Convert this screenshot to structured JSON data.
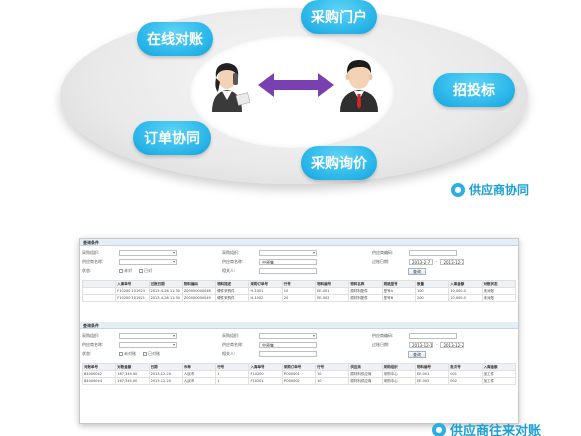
{
  "diagram": {
    "bubbles": {
      "online_reconciliation": "在线对账",
      "procurement_portal": "采购门户",
      "bidding": "招投标",
      "order_collaboration": "订单协同",
      "procurement_inquiry": "采购询价"
    },
    "caption": "供应商协同",
    "colors": {
      "bubble": "#27b4e8",
      "arrow": "#7a3fb0",
      "caption": "#1a9fd6"
    }
  },
  "screenshot": {
    "panel1": {
      "title": "查询条件",
      "fields": {
        "purchase_org": "采购组织:",
        "purchase_group": "采购组织:",
        "supplier_code": "供应商编码:",
        "supplier_name": "供应商名称:",
        "supplier_name_value": "中原集",
        "status": "状态:",
        "related": "相关人:",
        "voucher_date": "过账日期:",
        "date_from": "2013-2-7",
        "date_to": "2013-12-31"
      },
      "status_options": [
        "未对",
        "已对"
      ],
      "query_button": "查询",
      "columns": [
        "",
        "入库单号",
        "过账日期",
        "物料编码",
        "物料描述",
        "采购订单号",
        "行号",
        "物料编号",
        "物料名称",
        "规格型号",
        "数量",
        "入库金额",
        "对账状态"
      ],
      "rows": [
        [
          "",
          "F10200 101923",
          "2013-4-26 11:30",
          "Z00000000048",
          "硬件采购件",
          "H-1001",
          "10",
          "EE-001",
          "原材料配件",
          "型号A",
          "100",
          "10,000.0",
          "未对账"
        ],
        [
          "",
          "F10200 101921",
          "2013-4-26 11:30",
          "Z00000000049",
          "硬件采购件",
          "H-1002",
          "20",
          "EE-002",
          "原材料配件",
          "型号B",
          "200",
          "10,000.0",
          "未对账"
        ]
      ]
    },
    "panel2": {
      "title": "查询条件",
      "fields": {
        "purchase_org": "采购组织:",
        "purchase_group": "采购组织:",
        "supplier_code": "供应商编码:",
        "supplier_name": "供应商名称:",
        "supplier_name_value": "中原集",
        "status": "状态:",
        "related": "相关人:",
        "voucher_date": "过账日期:",
        "date_from": "2013-12-17",
        "date_to": "2013-12-24"
      },
      "status_options": [
        "未对账",
        "已对账"
      ],
      "query_button": "查询",
      "columns": [
        "对账单号",
        "对账金额",
        "日期",
        "币种",
        "行号",
        "入库单号",
        "采购订单号",
        "行号",
        "供应商",
        "采购组织",
        "物料编号",
        "批次号",
        "入库金额"
      ],
      "rows": [
        [
          "B4000042",
          "167,345.00",
          "2013-12-20",
          "人民币",
          "1",
          "F10200",
          "PO00001",
          "10",
          "原材料供应商",
          "采购中心",
          "EE-001",
          "001",
          "加工件"
        ],
        [
          "B4000044",
          "167,345.00",
          "2013-12-20",
          "人民币",
          "1",
          "F10201",
          "PO00002",
          "10",
          "原材料供应商",
          "采购中心",
          "EE-002",
          "002",
          "加工件"
        ]
      ]
    },
    "caption": "供应商往来对账"
  }
}
